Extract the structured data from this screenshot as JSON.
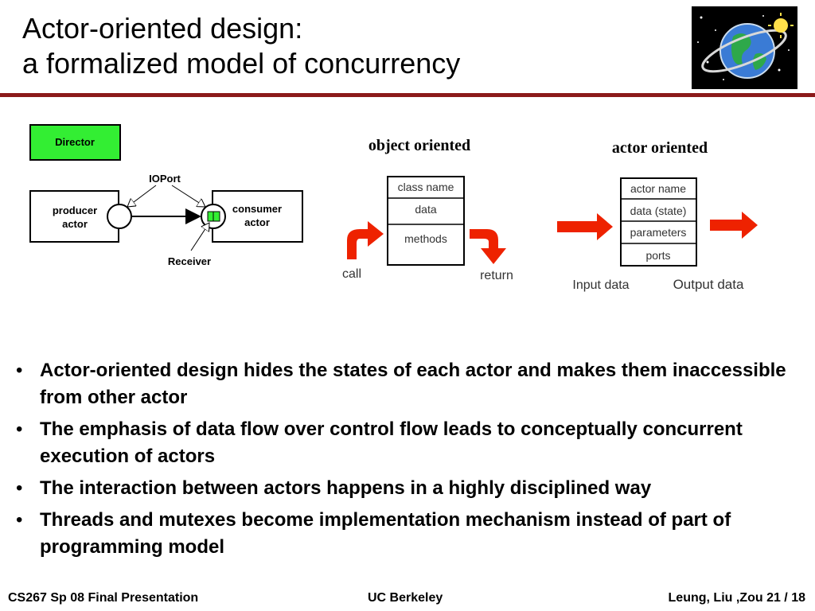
{
  "slide": {
    "title_line1": "Actor-oriented design:",
    "title_line2": "a formalized model of concurrency"
  },
  "actor_diagram": {
    "director": "Director",
    "ioport": "IOPort",
    "producer_line1": "producer",
    "producer_line2": "actor",
    "consumer_line1": "consumer",
    "consumer_line2": "actor",
    "receiver": "Receiver"
  },
  "object_oriented": {
    "heading": "object oriented",
    "rows": [
      "class name",
      "data",
      "methods"
    ],
    "call": "call",
    "return": "return"
  },
  "actor_oriented": {
    "heading": "actor oriented",
    "rows": [
      "actor name",
      "data (state)",
      "parameters",
      "ports"
    ],
    "input": "Input data",
    "output": "Output data"
  },
  "bullets": [
    "Actor-oriented design hides the states of each actor and makes them inaccessible from other actor",
    "The emphasis of data flow over control flow leads to conceptually concurrent execution of actors",
    "The interaction between actors happens in a highly disciplined way",
    "Threads and mutexes become implementation mechanism instead of part of programming model"
  ],
  "bullet_symbol": "•",
  "footer": {
    "left": "CS267 Sp 08 Final Presentation",
    "center": "UC Berkeley",
    "right": "Leung, Liu ,Zou 21 / 18"
  },
  "colors": {
    "title_rule": "#8b1a1a",
    "director_fill": "#33ee33",
    "arrow_red": "#ee2200"
  },
  "icons": {
    "logo": "globe-with-sun-and-stars-logo"
  }
}
